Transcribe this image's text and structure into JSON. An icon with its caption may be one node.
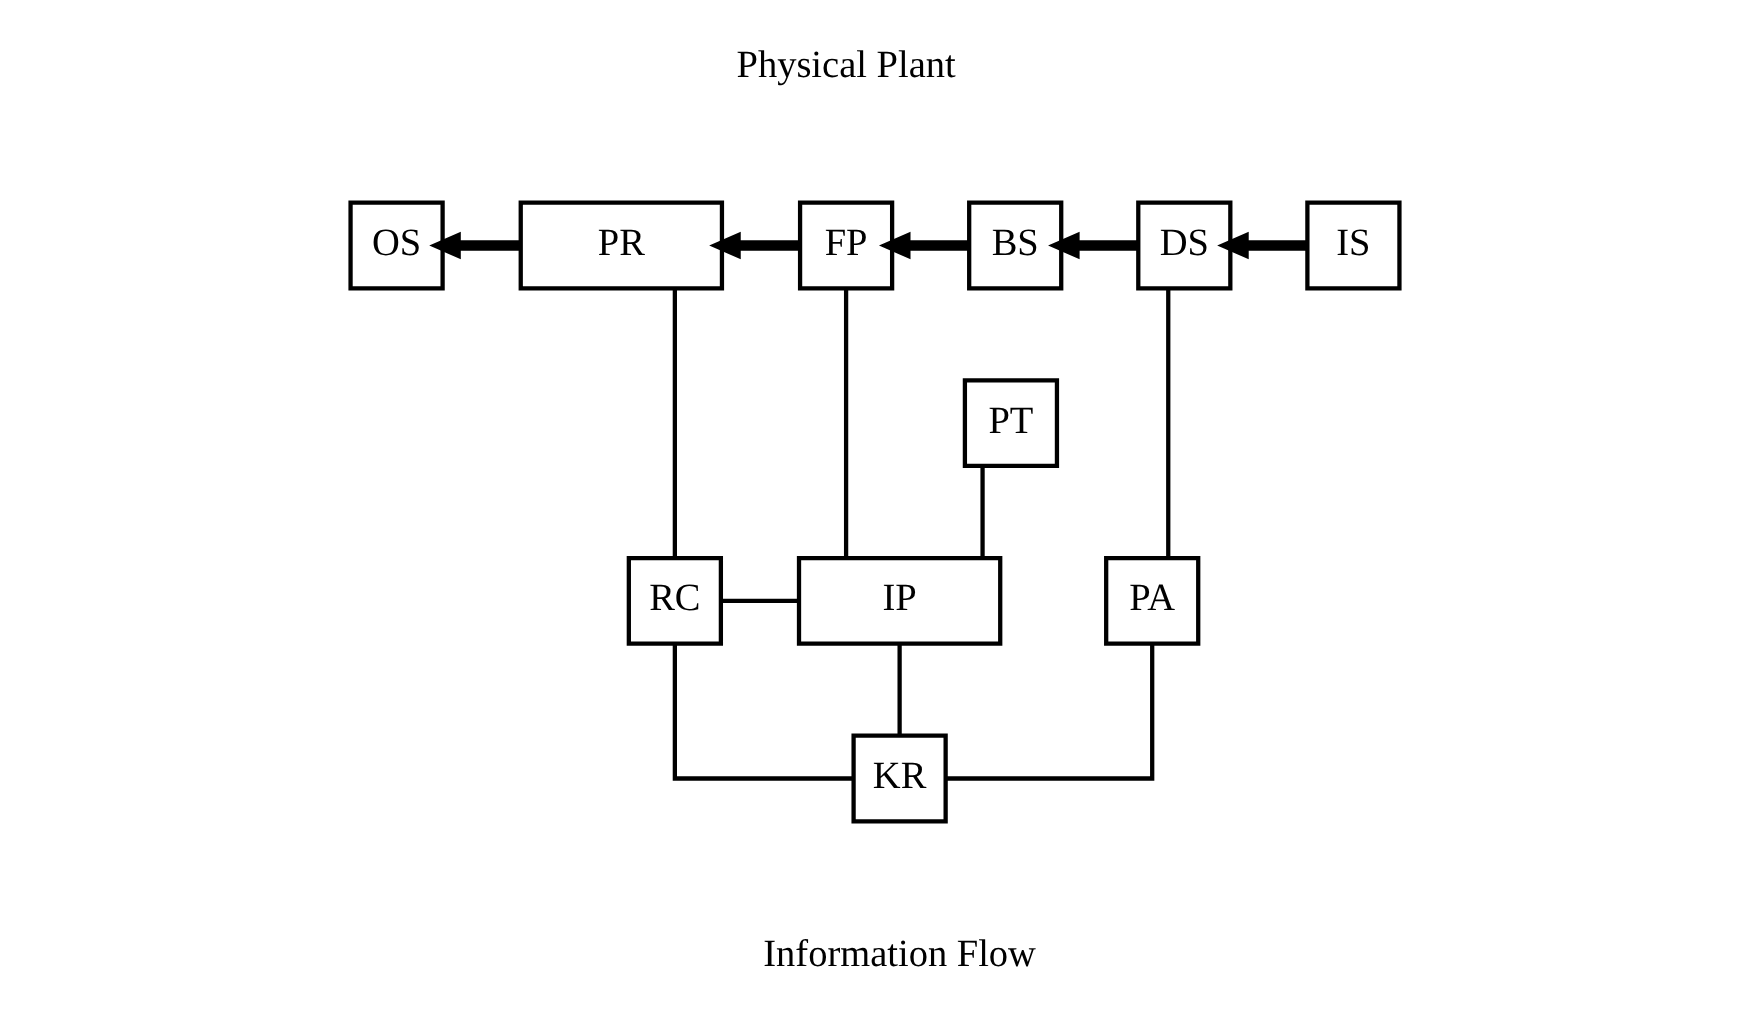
{
  "diagram": {
    "nodes": [
      {
        "text": [
          "OS"
        ]
      },
      {
        "text": [
          "PR"
        ]
      },
      {
        "text": [
          "FP"
        ]
      },
      {
        "text": [
          "BS"
        ]
      },
      {
        "text": [
          "DS"
        ]
      },
      {
        "text": [
          "IS"
        ]
      },
      {
        "text": [
          "PT"
        ]
      },
      {
        "text": [
          "RC"
        ]
      },
      {
        "text": [
          "IP"
        ]
      },
      {
        "text": [
          "PA"
        ]
      },
      {
        "text": [
          "KR"
        ]
      }
    ],
    "edges": [
      {
        "from": 5,
        "to": 4,
        "arrow": "to",
        "style": "thick"
      },
      {
        "from": 4,
        "to": 3,
        "arrow": "to",
        "style": "thick"
      },
      {
        "from": 3,
        "to": 2,
        "arrow": "to",
        "style": "thick"
      },
      {
        "from": 2,
        "to": 1,
        "arrow": "to",
        "style": "thick"
      },
      {
        "from": 1,
        "to": 0,
        "arrow": "to",
        "style": "thick"
      },
      {
        "from": 1,
        "to": 7,
        "arrow": "none"
      },
      {
        "from": 6,
        "to": 8,
        "arrow": "none"
      },
      {
        "from": 2,
        "to": 8,
        "arrow": "none"
      },
      {
        "from": 4,
        "to": 9,
        "arrow": "none"
      },
      {
        "from": 7,
        "to": 8,
        "arrow": "none"
      },
      {
        "from": 8,
        "to": 10,
        "arrow": "none"
      },
      {
        "from": 7,
        "to": 10,
        "arrow": "none"
      },
      {
        "from": 9,
        "to": 10,
        "arrow": "none"
      }
    ],
    "labels": [
      "Physical Plant",
      "Information Flow"
    ]
  }
}
